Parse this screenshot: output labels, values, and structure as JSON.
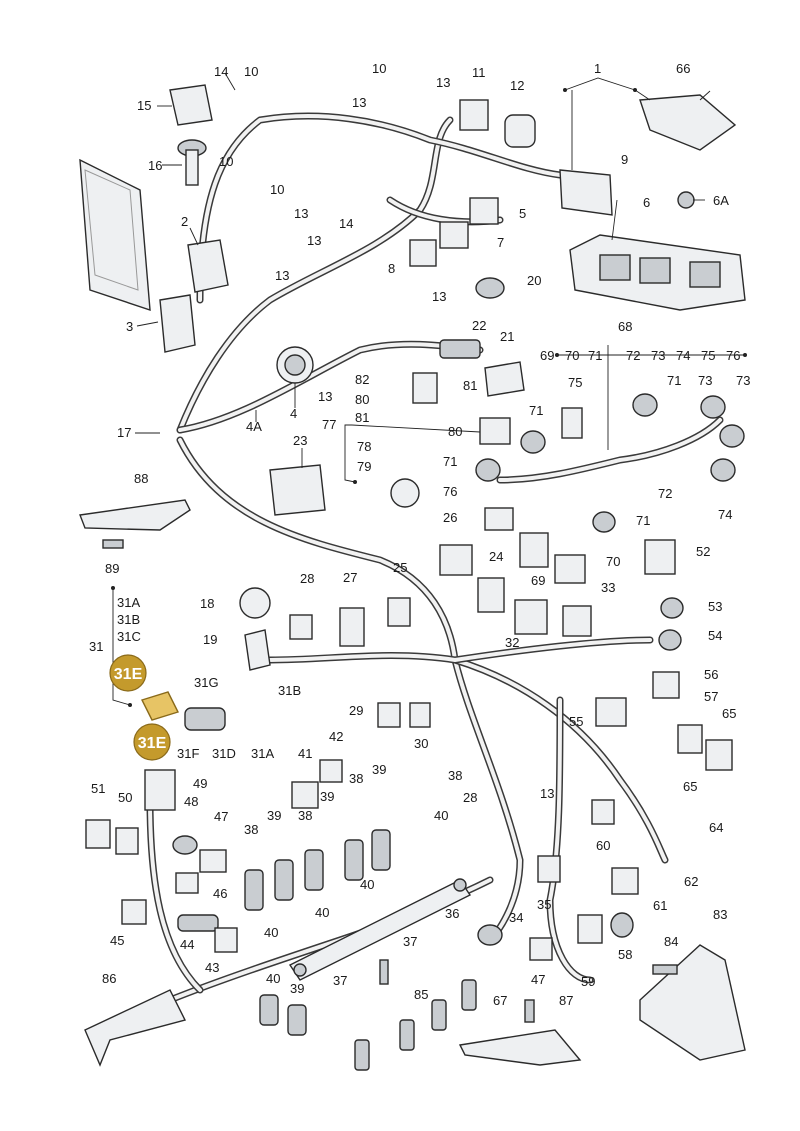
{
  "diagram": {
    "callouts": [
      {
        "id": "c1",
        "text": "1"
      },
      {
        "id": "c2",
        "text": "2"
      },
      {
        "id": "c3",
        "text": "3"
      },
      {
        "id": "c4",
        "text": "4"
      },
      {
        "id": "c4A",
        "text": "4A"
      },
      {
        "id": "c5",
        "text": "5"
      },
      {
        "id": "c6",
        "text": "6"
      },
      {
        "id": "c6A",
        "text": "6A"
      },
      {
        "id": "c7",
        "text": "7"
      },
      {
        "id": "c8",
        "text": "8"
      },
      {
        "id": "c9",
        "text": "9"
      },
      {
        "id": "c10a",
        "text": "10"
      },
      {
        "id": "c10b",
        "text": "10"
      },
      {
        "id": "c10c",
        "text": "10"
      },
      {
        "id": "c10d",
        "text": "10"
      },
      {
        "id": "c11",
        "text": "11"
      },
      {
        "id": "c12",
        "text": "12"
      },
      {
        "id": "c13a",
        "text": "13"
      },
      {
        "id": "c13b",
        "text": "13"
      },
      {
        "id": "c13c",
        "text": "13"
      },
      {
        "id": "c13d",
        "text": "13"
      },
      {
        "id": "c13e",
        "text": "13"
      },
      {
        "id": "c13f",
        "text": "13"
      },
      {
        "id": "c13g",
        "text": "13"
      },
      {
        "id": "c13h",
        "text": "13"
      },
      {
        "id": "c13i",
        "text": "13"
      },
      {
        "id": "c14a",
        "text": "14"
      },
      {
        "id": "c14b",
        "text": "14"
      },
      {
        "id": "c15",
        "text": "15"
      },
      {
        "id": "c16",
        "text": "16"
      },
      {
        "id": "c17",
        "text": "17"
      },
      {
        "id": "c18",
        "text": "18"
      },
      {
        "id": "c19",
        "text": "19"
      },
      {
        "id": "c20",
        "text": "20"
      },
      {
        "id": "c21",
        "text": "21"
      },
      {
        "id": "c22",
        "text": "22"
      },
      {
        "id": "c23",
        "text": "23"
      },
      {
        "id": "c24",
        "text": "24"
      },
      {
        "id": "c25",
        "text": "25"
      },
      {
        "id": "c26",
        "text": "26"
      },
      {
        "id": "c27",
        "text": "27"
      },
      {
        "id": "c28a",
        "text": "28"
      },
      {
        "id": "c28b",
        "text": "28"
      },
      {
        "id": "c29",
        "text": "29"
      },
      {
        "id": "c30",
        "text": "30"
      },
      {
        "id": "c31",
        "text": "31"
      },
      {
        "id": "c31A",
        "text": "31A"
      },
      {
        "id": "c31B",
        "text": "31B"
      },
      {
        "id": "c31C",
        "text": "31C"
      },
      {
        "id": "c31A2",
        "text": "31A"
      },
      {
        "id": "c31B2",
        "text": "31B"
      },
      {
        "id": "c31D",
        "text": "31D"
      },
      {
        "id": "c31F",
        "text": "31F"
      },
      {
        "id": "c31G",
        "text": "31G"
      },
      {
        "id": "c32",
        "text": "32"
      },
      {
        "id": "c33",
        "text": "33"
      },
      {
        "id": "c34",
        "text": "34"
      },
      {
        "id": "c35",
        "text": "35"
      },
      {
        "id": "c36",
        "text": "36"
      },
      {
        "id": "c37a",
        "text": "37"
      },
      {
        "id": "c37b",
        "text": "37"
      },
      {
        "id": "c38a",
        "text": "38"
      },
      {
        "id": "c38b",
        "text": "38"
      },
      {
        "id": "c38c",
        "text": "38"
      },
      {
        "id": "c38d",
        "text": "38"
      },
      {
        "id": "c39a",
        "text": "39"
      },
      {
        "id": "c39b",
        "text": "39"
      },
      {
        "id": "c39c",
        "text": "39"
      },
      {
        "id": "c39d",
        "text": "39"
      },
      {
        "id": "c40a",
        "text": "40"
      },
      {
        "id": "c40b",
        "text": "40"
      },
      {
        "id": "c40c",
        "text": "40"
      },
      {
        "id": "c40d",
        "text": "40"
      },
      {
        "id": "c40e",
        "text": "40"
      },
      {
        "id": "c41",
        "text": "41"
      },
      {
        "id": "c42",
        "text": "42"
      },
      {
        "id": "c43",
        "text": "43"
      },
      {
        "id": "c44",
        "text": "44"
      },
      {
        "id": "c45",
        "text": "45"
      },
      {
        "id": "c46",
        "text": "46"
      },
      {
        "id": "c47a",
        "text": "47"
      },
      {
        "id": "c47b",
        "text": "47"
      },
      {
        "id": "c48",
        "text": "48"
      },
      {
        "id": "c49",
        "text": "49"
      },
      {
        "id": "c50",
        "text": "50"
      },
      {
        "id": "c51",
        "text": "51"
      },
      {
        "id": "c52",
        "text": "52"
      },
      {
        "id": "c53",
        "text": "53"
      },
      {
        "id": "c54",
        "text": "54"
      },
      {
        "id": "c55",
        "text": "55"
      },
      {
        "id": "c56",
        "text": "56"
      },
      {
        "id": "c57",
        "text": "57"
      },
      {
        "id": "c58",
        "text": "58"
      },
      {
        "id": "c59",
        "text": "59"
      },
      {
        "id": "c60",
        "text": "60"
      },
      {
        "id": "c61",
        "text": "61"
      },
      {
        "id": "c62",
        "text": "62"
      },
      {
        "id": "c64",
        "text": "64"
      },
      {
        "id": "c65a",
        "text": "65"
      },
      {
        "id": "c65b",
        "text": "65"
      },
      {
        "id": "c66",
        "text": "66"
      },
      {
        "id": "c67",
        "text": "67"
      },
      {
        "id": "c68",
        "text": "68"
      },
      {
        "id": "c69",
        "text": "69"
      },
      {
        "id": "c69b",
        "text": "69"
      },
      {
        "id": "c70",
        "text": "70"
      },
      {
        "id": "c70b",
        "text": "70"
      },
      {
        "id": "c71a",
        "text": "71"
      },
      {
        "id": "c71b",
        "text": "71"
      },
      {
        "id": "c71c",
        "text": "71"
      },
      {
        "id": "c71d",
        "text": "71"
      },
      {
        "id": "c71e",
        "text": "71"
      },
      {
        "id": "c71f",
        "text": "71"
      },
      {
        "id": "c72",
        "text": "72"
      },
      {
        "id": "c72b",
        "text": "72"
      },
      {
        "id": "c73",
        "text": "73"
      },
      {
        "id": "c73b",
        "text": "73"
      },
      {
        "id": "c73c",
        "text": "73"
      },
      {
        "id": "c74",
        "text": "74"
      },
      {
        "id": "c74b",
        "text": "74"
      },
      {
        "id": "c75",
        "text": "75"
      },
      {
        "id": "c75b",
        "text": "75"
      },
      {
        "id": "c76",
        "text": "76"
      },
      {
        "id": "c76b",
        "text": "76"
      },
      {
        "id": "c77",
        "text": "77"
      },
      {
        "id": "c78",
        "text": "78"
      },
      {
        "id": "c79",
        "text": "79"
      },
      {
        "id": "c80",
        "text": "80"
      },
      {
        "id": "c80b",
        "text": "80"
      },
      {
        "id": "c81",
        "text": "81"
      },
      {
        "id": "c81b",
        "text": "81"
      },
      {
        "id": "c82",
        "text": "82"
      },
      {
        "id": "c83",
        "text": "83"
      },
      {
        "id": "c84",
        "text": "84"
      },
      {
        "id": "c85",
        "text": "85"
      },
      {
        "id": "c86",
        "text": "86"
      },
      {
        "id": "c87",
        "text": "87"
      },
      {
        "id": "c88",
        "text": "88"
      },
      {
        "id": "c89",
        "text": "89"
      }
    ],
    "badges": [
      {
        "id": "b1",
        "text": "31E"
      },
      {
        "id": "b2",
        "text": "31E"
      }
    ],
    "colors": {
      "badge_fill": "#c49a2c",
      "badge_stroke": "#8a6a1a",
      "accent_part": "#e7c465"
    }
  }
}
